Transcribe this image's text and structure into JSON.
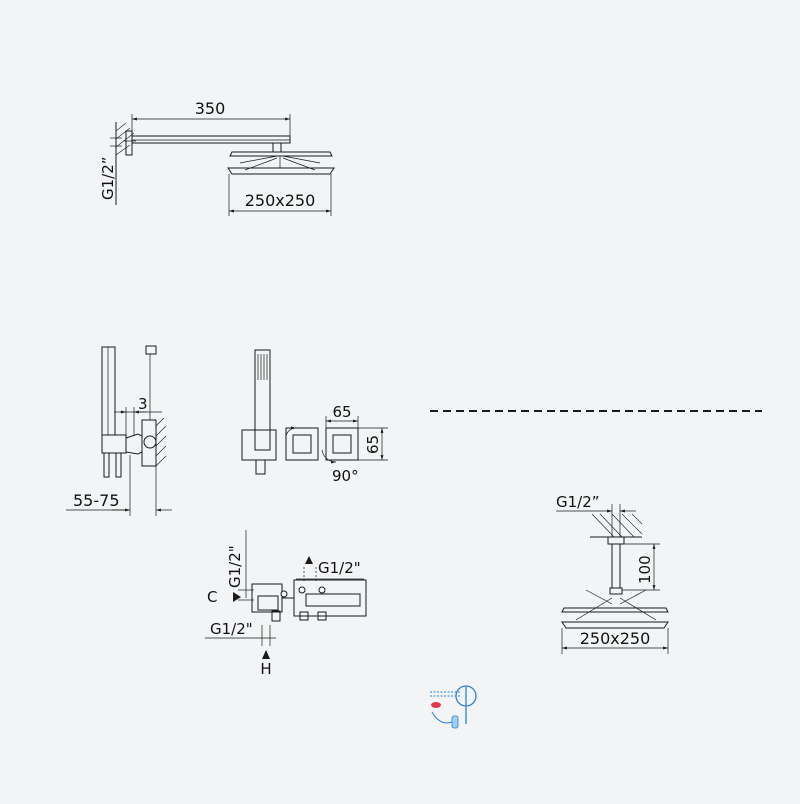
{
  "wall_arm_shower": {
    "arm_length": "350",
    "thread": "G1/2”",
    "head_size": "250x250"
  },
  "hand_shower_side": {
    "depth_small": "3",
    "wall_range": "55-75"
  },
  "wall_plate": {
    "width": "65",
    "height": "65",
    "rotation": "90°"
  },
  "mixer": {
    "top_thread_left": "G1/2\"",
    "top_thread_right": "G1/2\"",
    "bottom_thread": "G1/2\"",
    "cold_label": "C",
    "hot_label": "H"
  },
  "ceiling_shower": {
    "thread": "G1/2”",
    "drop_length": "100",
    "head_size": "250x250"
  },
  "icons": {
    "logo": "shower-system-icon",
    "colors": {
      "line": "#1a1a1a",
      "accent_red": "#e23a4a",
      "accent_blue": "#2f7fd6",
      "background": "#f2f4f6"
    }
  }
}
